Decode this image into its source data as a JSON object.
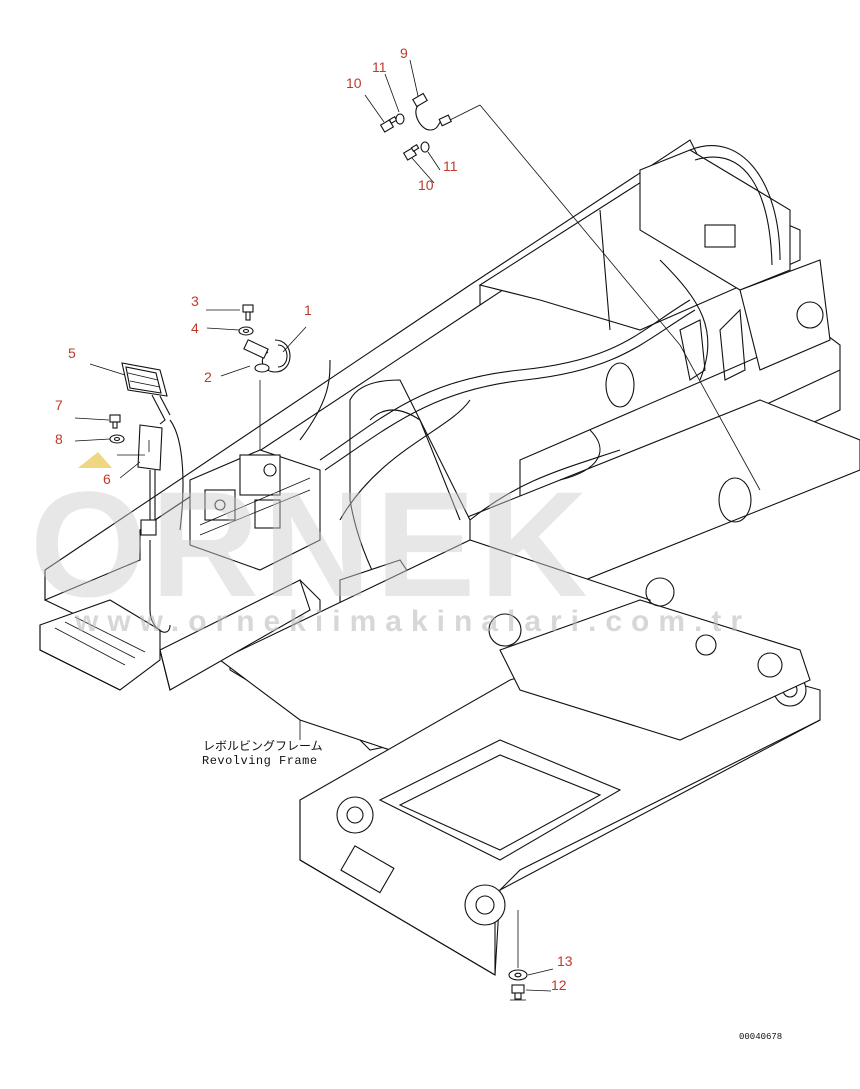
{
  "diagram": {
    "frame_label_jp": "レボルビングフレーム",
    "frame_label_en": "Revolving Frame",
    "drawing_number": "00040678",
    "callouts": {
      "c1": "1",
      "c2": "2",
      "c3": "3",
      "c4": "4",
      "c5": "5",
      "c6": "6",
      "c7": "7",
      "c8": "8",
      "c9": "9",
      "c10a": "10",
      "c10b": "10",
      "c11a": "11",
      "c11b": "11",
      "c12": "12",
      "c13": "13"
    },
    "colors": {
      "callout": "#c0392b",
      "line": "#111111",
      "watermark": "#c9c9c9"
    }
  },
  "watermark": {
    "brand": "ORNEK",
    "url": "www.ornekiimakinalari.com.tr"
  }
}
